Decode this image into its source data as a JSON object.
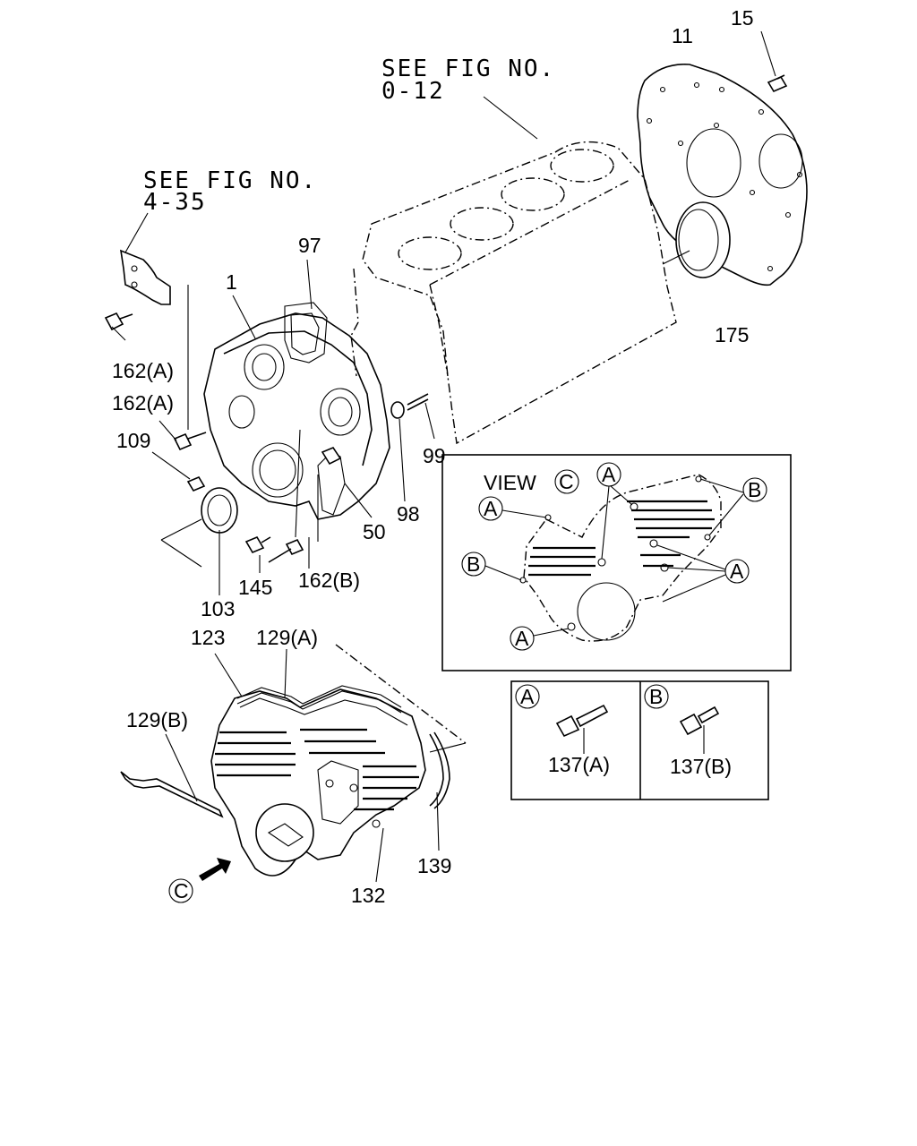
{
  "references": {
    "cylinder_block": {
      "line1": "SEE FIG NO.",
      "line2": "0-12"
    },
    "bracket": {
      "line1": "SEE FIG NO.",
      "line2": "4-35"
    }
  },
  "view": {
    "title": "VIEW",
    "letter": "C"
  },
  "markers": {
    "a": "A",
    "b": "B",
    "c": "C"
  },
  "callouts": {
    "p1": "1",
    "p11": "11",
    "p15": "15",
    "p50": "50",
    "p97": "97",
    "p98": "98",
    "p99": "99",
    "p103": "103",
    "p109": "109",
    "p123": "123",
    "p129a": "129(A)",
    "p129b": "129(B)",
    "p132": "132",
    "p137a": "137(A)",
    "p137b": "137(B)",
    "p139": "139",
    "p145": "145",
    "p162a_1": "162(A)",
    "p162a_2": "162(A)",
    "p162b": "162(B)",
    "p175": "175"
  }
}
